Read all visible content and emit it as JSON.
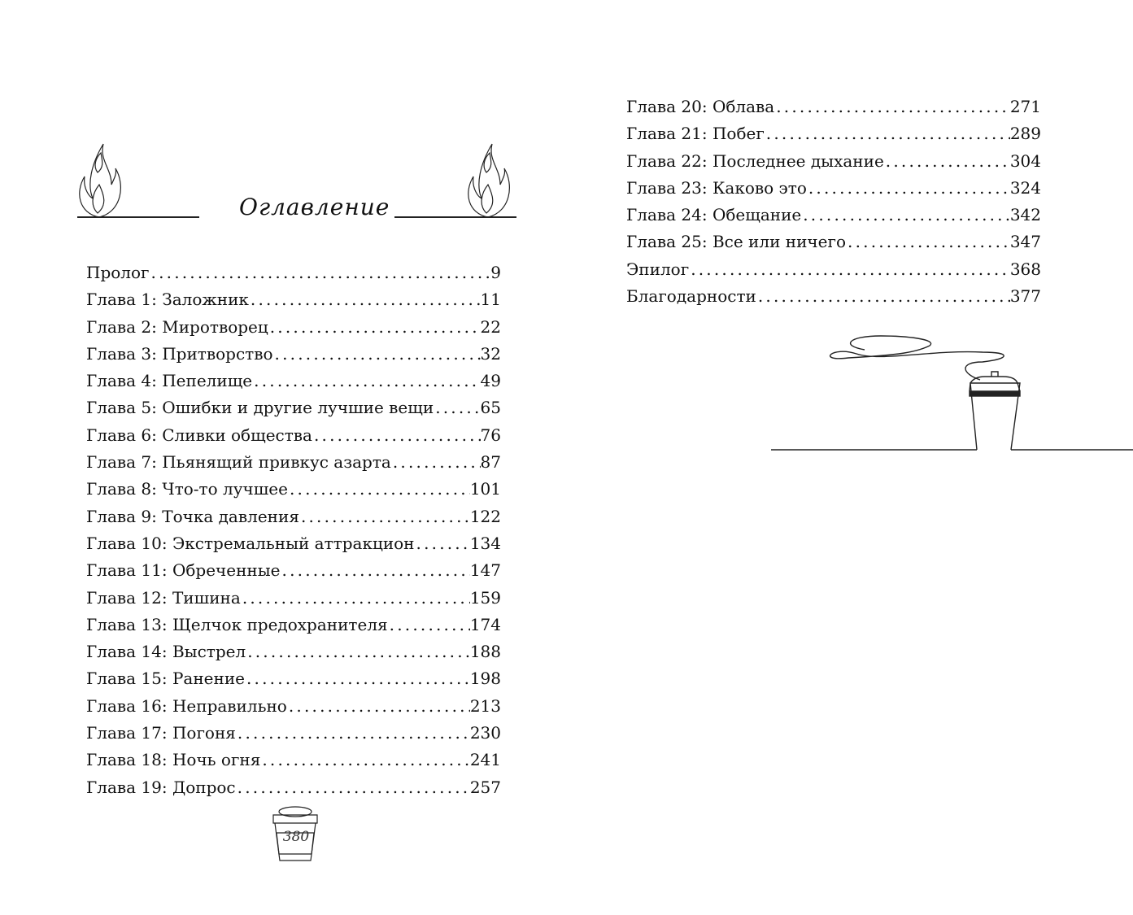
{
  "heading": "Оглавление",
  "page_number": "380",
  "left_entries": [
    {
      "title": "Пролог",
      "page": "9"
    },
    {
      "title": "Глава 1: Заложник",
      "page": "11"
    },
    {
      "title": "Глава 2: Миротворец",
      "page": "22"
    },
    {
      "title": "Глава 3: Притворство",
      "page": "32"
    },
    {
      "title": "Глава 4: Пепелище",
      "page": "49"
    },
    {
      "title": "Глава 5: Ошибки и другие лучшие вещи",
      "page": "65"
    },
    {
      "title": "Глава 6: Сливки общества",
      "page": "76"
    },
    {
      "title": "Глава 7: Пьянящий привкус азарта",
      "page": "87"
    },
    {
      "title": "Глава 8: Что-то лучшее",
      "page": "101"
    },
    {
      "title": "Глава 9: Точка давления",
      "page": "122"
    },
    {
      "title": "Глава 10: Экстремальный аттракцион",
      "page": "134"
    },
    {
      "title": "Глава 11: Обреченные",
      "page": "147"
    },
    {
      "title": "Глава 12: Тишина",
      "page": "159"
    },
    {
      "title": "Глава 13: Щелчок предохранителя",
      "page": "174"
    },
    {
      "title": "Глава 14: Выстрел",
      "page": "188"
    },
    {
      "title": "Глава 15: Ранение",
      "page": "198"
    },
    {
      "title": "Глава 16: Неправильно",
      "page": "213"
    },
    {
      "title": "Глава 17: Погоня",
      "page": "230"
    },
    {
      "title": "Глава 18: Ночь огня",
      "page": "241"
    },
    {
      "title": "Глава 19: Допрос",
      "page": "257"
    }
  ],
  "right_entries": [
    {
      "title": "Глава 20: Облава",
      "page": "271"
    },
    {
      "title": "Глава 21: Побег",
      "page": "289"
    },
    {
      "title": "Глава 22: Последнее дыхание",
      "page": "304"
    },
    {
      "title": "Глава 23: Каково это",
      "page": "324"
    },
    {
      "title": "Глава 24: Обещание",
      "page": "342"
    },
    {
      "title": "Глава 25: Все или ничего",
      "page": "347"
    },
    {
      "title": "Эпилог",
      "page": "368"
    },
    {
      "title": "Благодарности",
      "page": "377"
    }
  ]
}
